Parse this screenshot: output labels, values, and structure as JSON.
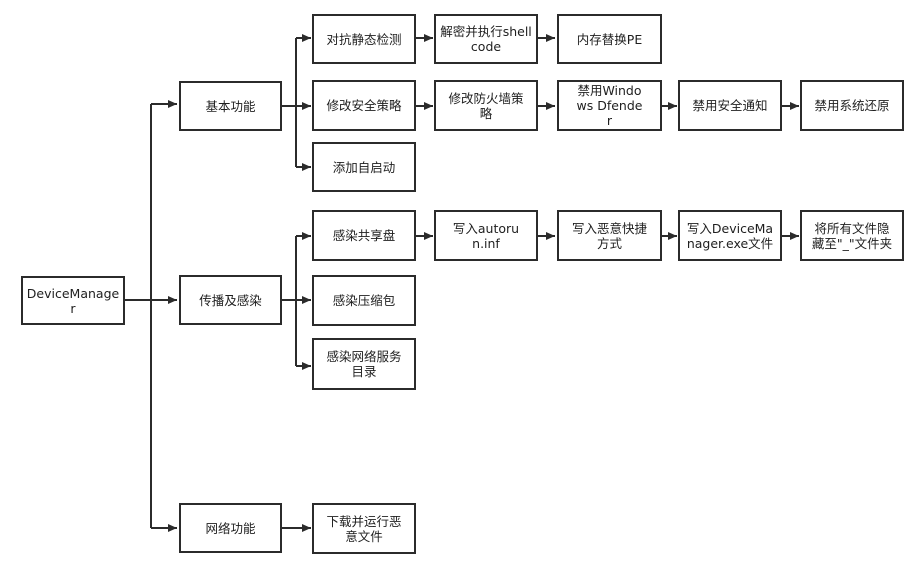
{
  "diagram": {
    "root": "DeviceManager",
    "branches": {
      "basic": "基本功能",
      "spread": "传播及感染",
      "network": "网络功能"
    },
    "basic_items": {
      "anti_static": "对抗静态检测",
      "decrypt": "解密并执行shellcode",
      "mem_replace": "内存替换PE",
      "policy": "修改安全策略",
      "firewall": "修改防火墙策略",
      "defender": "禁用Windows Dfender",
      "notify": "禁用安全通知",
      "restore": "禁用系统还原",
      "autostart": "添加自启动"
    },
    "spread_items": {
      "share": "感染共享盘",
      "autorun": "写入autorun.inf",
      "shortcut": "写入恶意快捷方式",
      "exe": "写入DeviceManager.exe文件",
      "hide": "将所有文件隐藏至\"_\"文件夹",
      "archive": "感染压缩包",
      "netdir": "感染网络服务目录"
    },
    "network_items": {
      "download": "下载并运行恶意文件"
    }
  }
}
